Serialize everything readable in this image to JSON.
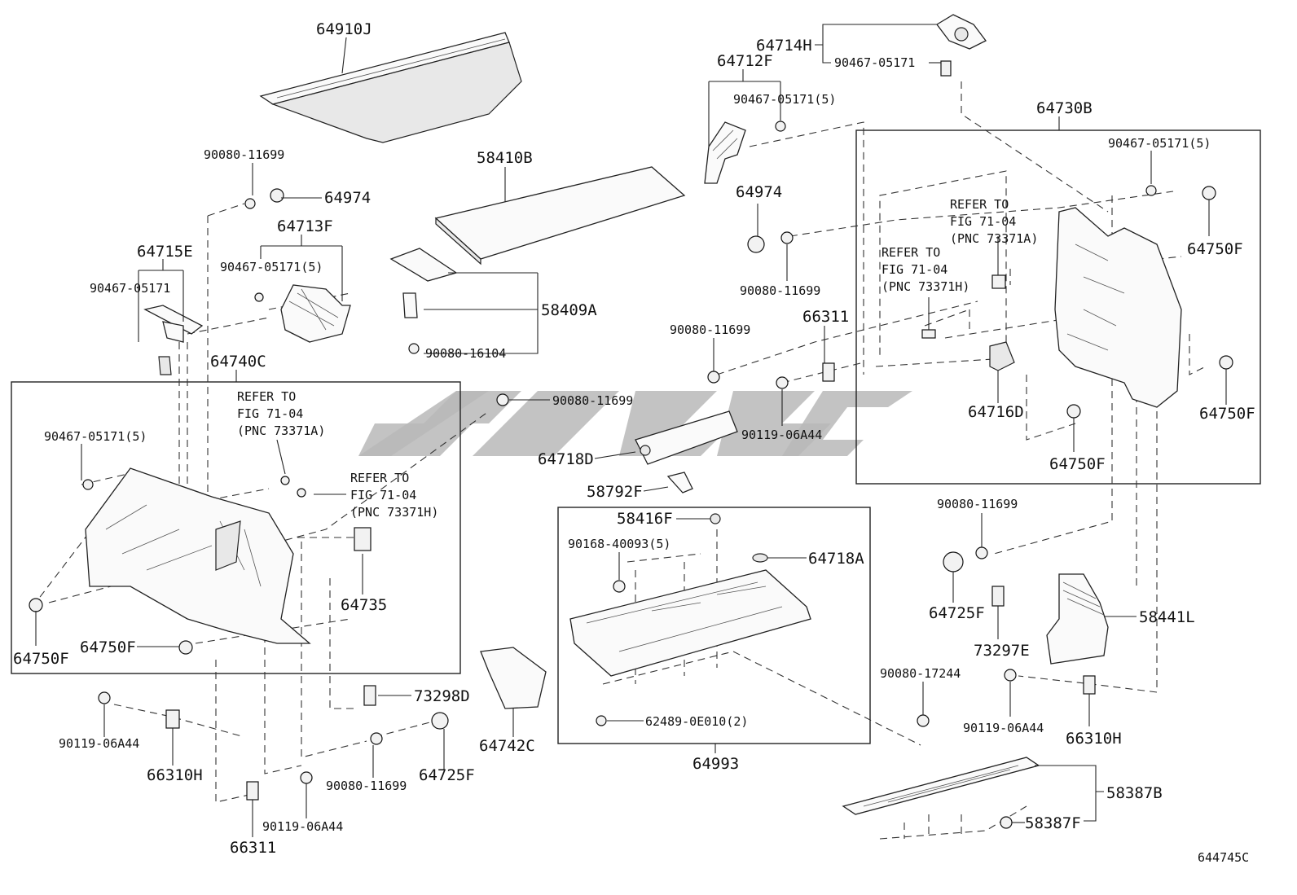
{
  "diagram_id": "644745C",
  "refer": {
    "fig": "REFER TO",
    "fig_no": "FIG 71-04",
    "pnc_a": "(PNC 73371A)",
    "pnc_h": "(PNC 73371H)"
  },
  "parts": {
    "p64910J": "64910J",
    "p58410B": "58410B",
    "p58409A": "58409A",
    "p90080_16104": "90080-16104",
    "p90080_11699": "90080-11699",
    "p64974": "64974",
    "p64713F": "64713F",
    "p90467_05171_5": "90467-05171(5)",
    "p90467_05171": "90467-05171",
    "p64715E": "64715E",
    "p64740C": "64740C",
    "p64735": "64735",
    "p64750F": "64750F",
    "p73298D": "73298D",
    "p90119_06A44": "90119-06A44",
    "p66310H": "66310H",
    "p64725F": "64725F",
    "p66311": "66311",
    "p64742C": "64742C",
    "p64714H": "64714H",
    "p64712F": "64712F",
    "p64730B": "64730B",
    "p64716D": "64716D",
    "p64718D": "64718D",
    "p58792F": "58792F",
    "p58416F": "58416F",
    "p90168_40093_5": "90168-40093(5)",
    "p64718A": "64718A",
    "p62489_0E010_2": "62489-0E010(2)",
    "p64993": "64993",
    "p90080_17244": "90080-17244",
    "p73297E": "73297E",
    "p58441L": "58441L",
    "p58387B": "58387B",
    "p58387F": "58387F"
  }
}
